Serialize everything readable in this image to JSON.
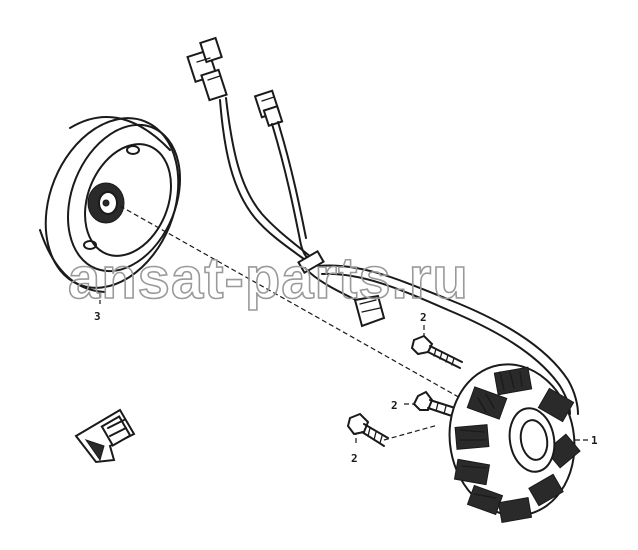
{
  "diagram": {
    "callouts": [
      {
        "id": "stator",
        "label": "1"
      },
      {
        "id": "bolt-top",
        "label": "2"
      },
      {
        "id": "bolt-mid",
        "label": "2"
      },
      {
        "id": "bolt-low",
        "label": "2"
      },
      {
        "id": "flywheel",
        "label": "3"
      }
    ]
  },
  "watermark": {
    "text": "ansat-parts.ru"
  },
  "colors": {
    "line": "#1a1a1a",
    "watermark": "#9a9a9a",
    "background": "#ffffff"
  }
}
